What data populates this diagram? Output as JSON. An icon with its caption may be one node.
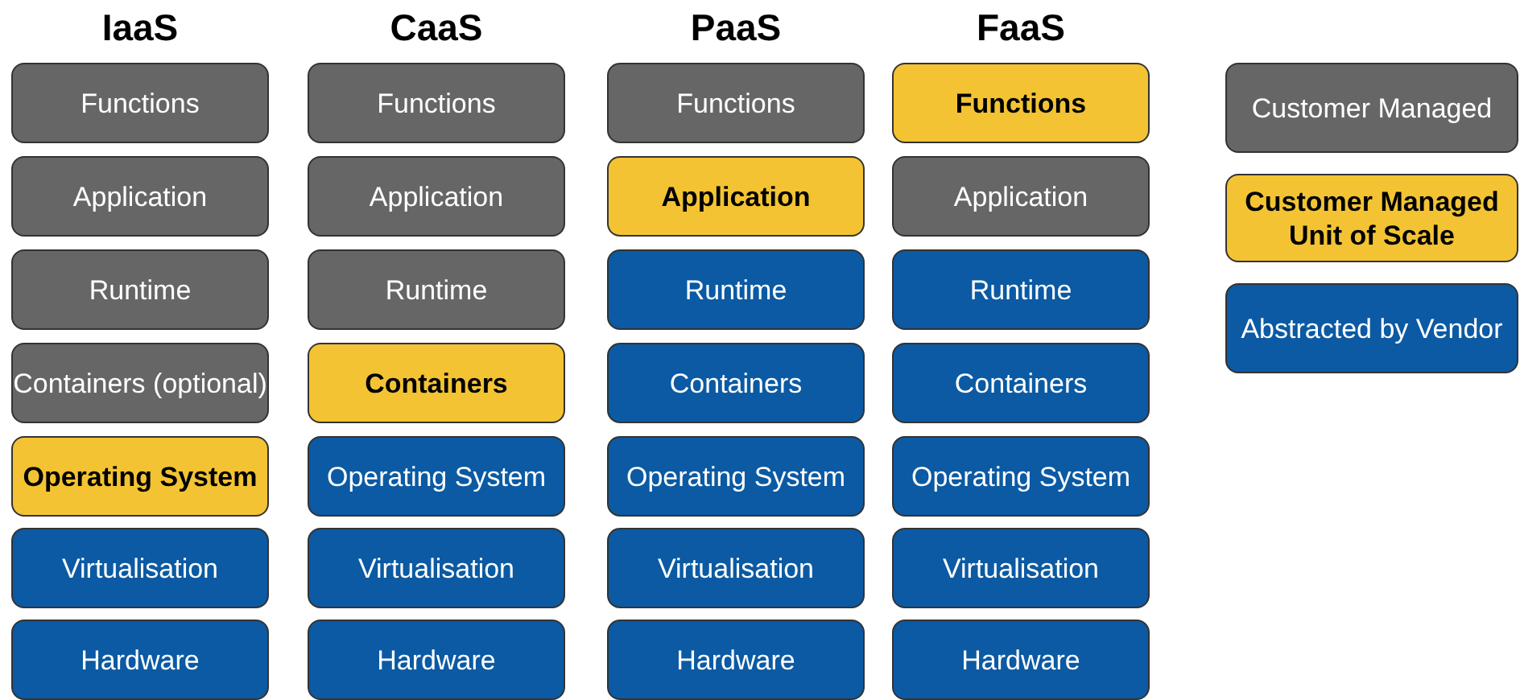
{
  "diagram": {
    "nodes": [
      {
        "text": [
          "Functions"
        ]
      },
      {
        "text": [
          "Application"
        ]
      },
      {
        "text": [
          "Runtime"
        ]
      },
      {
        "text": [
          "Containers (optional)"
        ]
      },
      {
        "text": [
          "Operating System"
        ]
      },
      {
        "text": [
          "Virtualisation"
        ]
      },
      {
        "text": [
          "Hardware"
        ]
      },
      {
        "text": [
          "Functions"
        ]
      },
      {
        "text": [
          "Application"
        ]
      },
      {
        "text": [
          "Runtime"
        ]
      },
      {
        "text": [
          "Containers"
        ]
      },
      {
        "text": [
          "Operating System"
        ]
      },
      {
        "text": [
          "Virtualisation"
        ]
      },
      {
        "text": [
          "Hardware"
        ]
      },
      {
        "text": [
          "Functions"
        ]
      },
      {
        "text": [
          "Application"
        ]
      },
      {
        "text": [
          "Runtime"
        ]
      },
      {
        "text": [
          "Containers"
        ]
      },
      {
        "text": [
          "Operating System"
        ]
      },
      {
        "text": [
          "Virtualisation"
        ]
      },
      {
        "text": [
          "Hardware"
        ]
      },
      {
        "text": [
          "Functions"
        ]
      },
      {
        "text": [
          "Application"
        ]
      },
      {
        "text": [
          "Runtime"
        ]
      },
      {
        "text": [
          "Containers"
        ]
      },
      {
        "text": [
          "Operating System"
        ]
      },
      {
        "text": [
          "Virtualisation"
        ]
      },
      {
        "text": [
          "Hardware"
        ]
      }
    ],
    "labels": [
      "IaaS",
      "CaaS",
      "PaaS",
      "FaaS"
    ],
    "legend": [
      {
        "text": "Customer Managed",
        "color": "#666666"
      },
      {
        "text": "Customer Managed Unit of Scale",
        "color": "#f3c333"
      },
      {
        "text": "Abstracted by Vendor",
        "color": "#0b5aa3"
      }
    ]
  }
}
